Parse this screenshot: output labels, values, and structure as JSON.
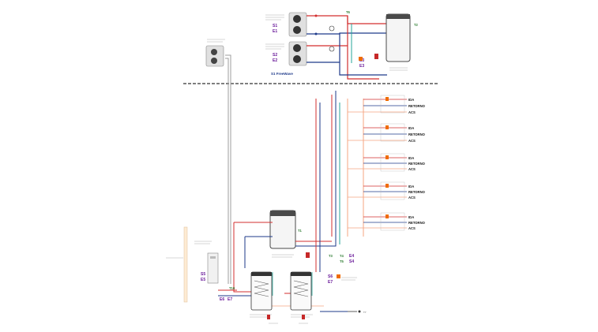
{
  "outdoor_units": [
    {
      "codes": [
        "S1",
        "E1"
      ]
    },
    {
      "codes": [
        "S2",
        "E2"
      ]
    }
  ],
  "outdoor_group_label": "S1 FreeWave",
  "top_sensor": "T6",
  "top_tank_sensor": "T2",
  "tank_codes": [
    "S3",
    "E3"
  ],
  "branches": [
    {
      "lines": [
        "IDA",
        "RETORNO",
        "ACS"
      ]
    },
    {
      "lines": [
        "IDA",
        "RETORNO",
        "ACS"
      ]
    },
    {
      "lines": [
        "IDA",
        "RETORNO",
        "ACS"
      ]
    },
    {
      "lines": [
        "IDA",
        "RETORNO",
        "ACS"
      ]
    },
    {
      "lines": [
        "IDA",
        "RETORNO",
        "ACS"
      ]
    }
  ],
  "mid_tank_sensor": "T1",
  "lower_left_codes": [
    "S5",
    "E5"
  ],
  "lower_codes_a": [
    "E6",
    "E7"
  ],
  "sensor_t10": "T10",
  "sensor_t3": "T3",
  "sensor_t4": "T4",
  "sensor_t5": "T5",
  "right_codes": [
    "E4",
    "S4"
  ],
  "right_codes_b": [
    "S6",
    "E7"
  ],
  "legend_t7": "T7",
  "colors": {
    "hot": "#d32f2f",
    "cold": "#1e3a8a",
    "cyan": "#26a69a",
    "salmon": "#f4a582",
    "gray": "#9e9e9e",
    "tank": "#4a4a4a"
  }
}
